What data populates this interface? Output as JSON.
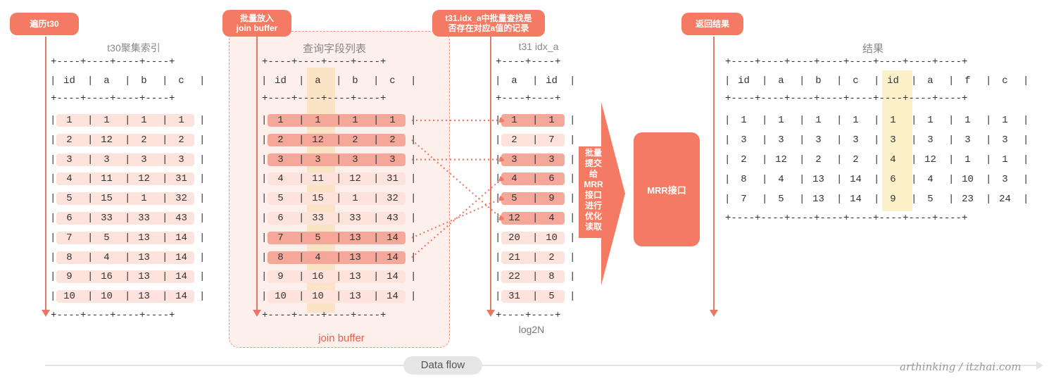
{
  "tags": {
    "traverse": "遍历t30",
    "batch_put": [
      "批量放入",
      "join buffer"
    ],
    "batch_lookup": [
      "t31.idx_a中批量查找是",
      "否存在对应a值的记录"
    ],
    "return_result": "返回结果"
  },
  "captions": {
    "t30": "t30聚集索引",
    "query_fields": "查询字段列表",
    "t31": "t31 idx_a",
    "result": "结果",
    "join_buffer": "join buffer",
    "log2n": "log2N"
  },
  "submit_label": [
    "批量",
    "提交",
    "给",
    "MRR",
    "接口",
    "进行",
    "优化",
    "读取"
  ],
  "mrr_box": "MRR接口",
  "data_flow": "Data flow",
  "watermark": "arthinking / itzhai.com",
  "border_line4": "+----+----+----+----+",
  "border_line2": "+----+----+",
  "border_line8": "+----+----+----+----+----+----+----+----+",
  "t30_table": {
    "headers": [
      "id",
      "a",
      "b",
      "c"
    ],
    "rows": [
      [
        "1",
        "1",
        "1",
        "1"
      ],
      [
        "2",
        "12",
        "2",
        "2"
      ],
      [
        "3",
        "3",
        "3",
        "3"
      ],
      [
        "4",
        "11",
        "12",
        "31"
      ],
      [
        "5",
        "15",
        "1",
        "32"
      ],
      [
        "6",
        "33",
        "33",
        "43"
      ],
      [
        "7",
        "5",
        "13",
        "14"
      ],
      [
        "8",
        "4",
        "13",
        "14"
      ],
      [
        "9",
        "16",
        "13",
        "14"
      ],
      [
        "10",
        "10",
        "13",
        "14"
      ]
    ]
  },
  "join_buffer_table": {
    "headers": [
      "id",
      "a",
      "b",
      "c"
    ],
    "rows": [
      [
        "1",
        "1",
        "1",
        "1"
      ],
      [
        "2",
        "12",
        "2",
        "2"
      ],
      [
        "3",
        "3",
        "3",
        "3"
      ],
      [
        "4",
        "11",
        "12",
        "31"
      ],
      [
        "5",
        "15",
        "1",
        "32"
      ],
      [
        "6",
        "33",
        "33",
        "43"
      ],
      [
        "7",
        "5",
        "13",
        "14"
      ],
      [
        "8",
        "4",
        "13",
        "14"
      ],
      [
        "9",
        "16",
        "13",
        "14"
      ],
      [
        "10",
        "10",
        "13",
        "14"
      ]
    ],
    "matched": [
      true,
      true,
      true,
      false,
      false,
      false,
      true,
      true,
      false,
      false
    ]
  },
  "t31_table": {
    "headers": [
      "a",
      "id"
    ],
    "rows": [
      [
        "1",
        "1"
      ],
      [
        "2",
        "7"
      ],
      [
        "3",
        "3"
      ],
      [
        "4",
        "6"
      ],
      [
        "5",
        "9"
      ],
      [
        "12",
        "4"
      ],
      [
        "20",
        "10"
      ],
      [
        "21",
        "2"
      ],
      [
        "22",
        "8"
      ],
      [
        "31",
        "5"
      ]
    ],
    "matched": [
      true,
      false,
      true,
      true,
      true,
      true,
      false,
      false,
      false,
      false
    ]
  },
  "result_table": {
    "headers": [
      "id",
      "a",
      "b",
      "c",
      "id",
      "a",
      "f",
      "c"
    ],
    "rows": [
      [
        "1",
        "1",
        "1",
        "1",
        "1",
        "1",
        "1",
        "1"
      ],
      [
        "3",
        "3",
        "3",
        "3",
        "3",
        "3",
        "3",
        "3"
      ],
      [
        "2",
        "12",
        "2",
        "2",
        "4",
        "12",
        "1",
        "1"
      ],
      [
        "8",
        "4",
        "13",
        "14",
        "6",
        "4",
        "10",
        "3"
      ],
      [
        "7",
        "5",
        "13",
        "14",
        "9",
        "5",
        "23",
        "24"
      ]
    ]
  },
  "colors": {
    "accent": "#f47a63",
    "pill_light": "#fde3dc",
    "pill_strong": "#f5a899",
    "col_highlight": "#fbe3c6",
    "id_highlight": "#fbf0c7"
  }
}
